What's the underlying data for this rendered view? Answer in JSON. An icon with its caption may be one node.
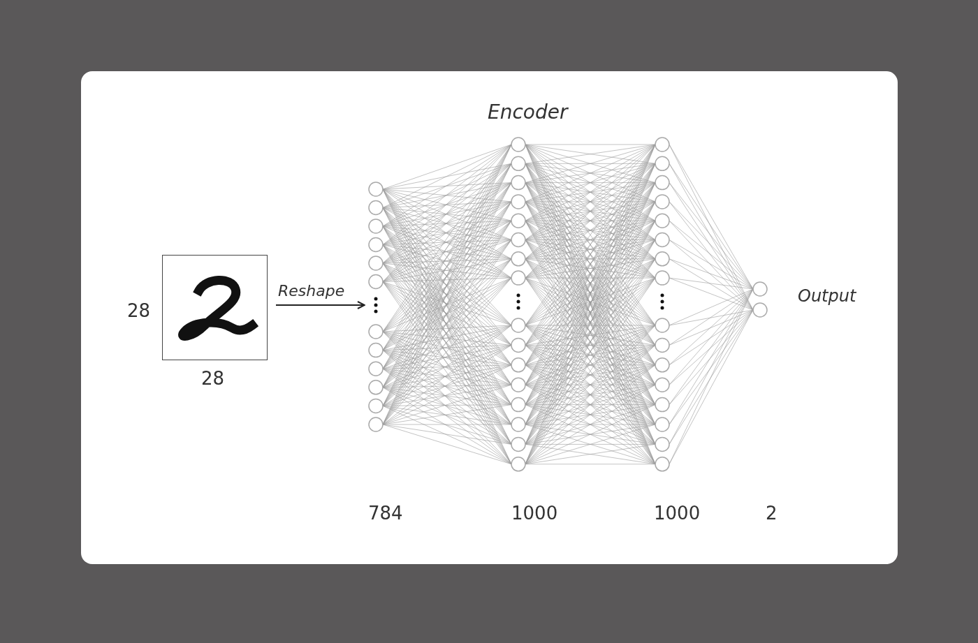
{
  "diagram": {
    "title": "Encoder",
    "nodes": [
      {
        "text": [],
        "shape": "picture",
        "beside": [
          "28",
          "28"
        ]
      },
      {
        "text": [],
        "shape": "circle"
      },
      {
        "text": [],
        "shape": "circle"
      },
      {
        "text": [],
        "shape": "circle"
      },
      {
        "text": [],
        "shape": "circle",
        "beside": [
          "Output"
        ]
      }
    ],
    "labels": [
      "784",
      "1000",
      "1000",
      "2"
    ],
    "edges": [
      {
        "from": 0,
        "to": 1,
        "arrow": "to",
        "label": "Reshape",
        "color": "#222222"
      },
      {
        "from": 1,
        "to": 2,
        "arrow": "none"
      },
      {
        "from": 2,
        "to": 3,
        "arrow": "none"
      },
      {
        "from": 3,
        "to": 4,
        "arrow": "none"
      }
    ]
  }
}
